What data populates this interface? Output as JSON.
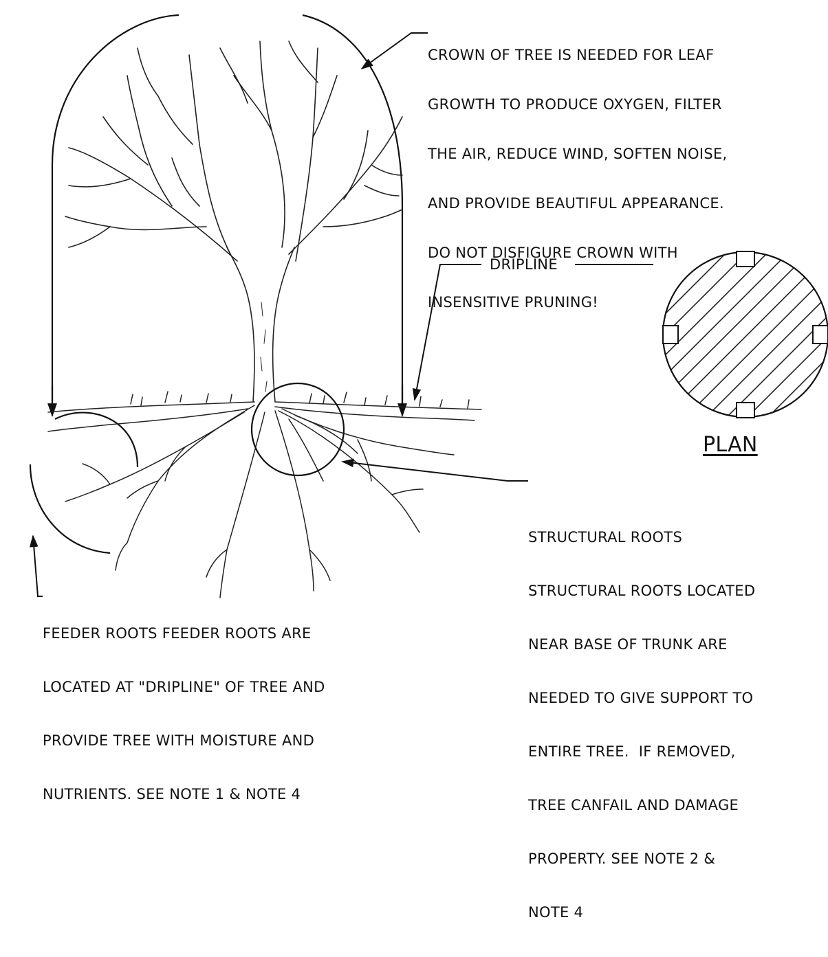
{
  "diagram": {
    "crown_note": [
      "CROWN OF TREE IS NEEDED FOR LEAF",
      "GROWTH TO PRODUCE OXYGEN, FILTER",
      "THE AIR, REDUCE WIND, SOFTEN NOISE,",
      "AND PROVIDE BEAUTIFUL APPEARANCE.",
      "DO NOT DISFIGURE CROWN WITH",
      "INSENSITIVE PRUNING!"
    ],
    "dripline_label": "DRIPLINE",
    "plan_title": "PLAN",
    "structural_note": [
      "STRUCTURAL ROOTS",
      "STRUCTURAL ROOTS LOCATED",
      "NEAR BASE OF TRUNK ARE",
      "NEEDED TO GIVE SUPPORT TO",
      "ENTIRE TREE.  IF REMOVED,",
      "TREE CANFAIL AND DAMAGE",
      "PROPERTY. SEE NOTE 2 &",
      "NOTE 4"
    ],
    "feeder_note": [
      "FEEDER ROOTS FEEDER ROOTS ARE",
      "LOCATED AT \"DRIPLINE\" OF TREE AND",
      "PROVIDE TREE WITH MOISTURE AND",
      "NUTRIENTS. SEE NOTE 1 & NOTE 4"
    ],
    "colors": {
      "ink": "#111111",
      "paper": "#ffffff"
    },
    "icons": [
      "tree-icon",
      "plan-icon"
    ]
  }
}
